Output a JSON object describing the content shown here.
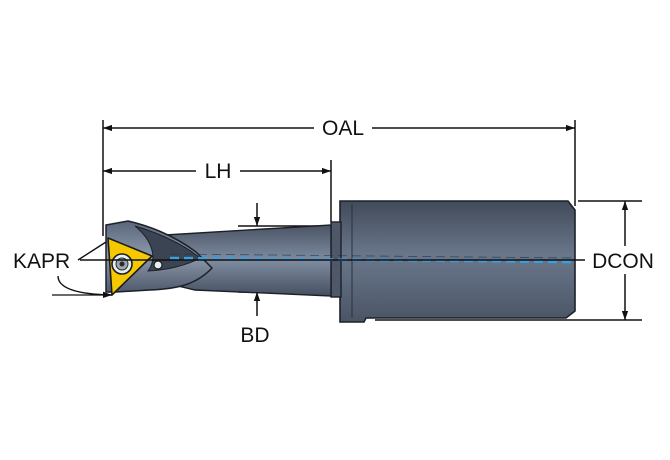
{
  "labels": {
    "oal": "OAL",
    "lh": "LH",
    "kapr": "KAPR",
    "bd": "BD",
    "dcon": "DCON"
  },
  "colors": {
    "body_dark": "#3c4554",
    "body_mid": "#69768a",
    "body_light": "#95a1b4",
    "insert": "#f5c800",
    "coolant_line": "#3aa0e6",
    "line": "#111111"
  },
  "icons": {
    "insert": "triangle-insert-icon",
    "screw": "insert-screw-icon"
  }
}
